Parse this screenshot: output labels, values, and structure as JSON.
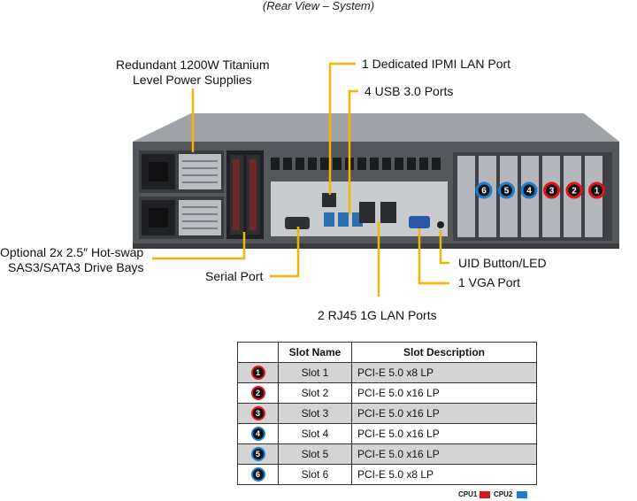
{
  "title": "(Rear View – System)",
  "callouts": {
    "psu_line1": "Redundant  1200W Titanium",
    "psu_line2": "Level Power Supplies",
    "ipmi": "1 Dedicated IPMI  LAN Port",
    "usb": "4 USB 3.0 Ports",
    "drives_line1": "Optional 2x 2.5″ Hot-swap",
    "drives_line2": "SAS3/SATA3 Drive Bays",
    "serial": "Serial Port",
    "rj45": "2 RJ45 1G LAN Ports",
    "uid": "UID Button/LED",
    "vga": "1 VGA Port"
  },
  "chassis_slots": [
    {
      "num": "6",
      "cpu": "CPU2"
    },
    {
      "num": "5",
      "cpu": "CPU2"
    },
    {
      "num": "4",
      "cpu": "CPU2"
    },
    {
      "num": "3",
      "cpu": "CPU1"
    },
    {
      "num": "2",
      "cpu": "CPU1"
    },
    {
      "num": "1",
      "cpu": "CPU1"
    }
  ],
  "table": {
    "headers": [
      "",
      "Slot Name",
      "Slot Description"
    ],
    "rows": [
      {
        "num": "1",
        "cpu": "CPU1",
        "name": "Slot 1",
        "desc": "PCI-E  5.0 x8 LP"
      },
      {
        "num": "2",
        "cpu": "CPU1",
        "name": "Slot 2",
        "desc": "PCI-E  5.0 x16 LP"
      },
      {
        "num": "3",
        "cpu": "CPU1",
        "name": "Slot 3",
        "desc": "PCI-E  5.0 x16 LP"
      },
      {
        "num": "4",
        "cpu": "CPU2",
        "name": "Slot 4",
        "desc": "PCI-E  5.0 x16 LP"
      },
      {
        "num": "5",
        "cpu": "CPU2",
        "name": "Slot 5",
        "desc": "PCI-E  5.0 x16 LP"
      },
      {
        "num": "6",
        "cpu": "CPU2",
        "name": "Slot 6",
        "desc": "PCI-E  5.0 x8 LP"
      }
    ]
  },
  "legend": [
    {
      "label": "CPU1",
      "color": "#e0121b"
    },
    {
      "label": "CPU2",
      "color": "#1a7fd0"
    }
  ],
  "colors": {
    "callout_line": "#f2b600",
    "chassis": "#5a5d62",
    "chassis_dark": "#2b2d30",
    "CPU1": "#e0121b",
    "CPU2": "#1a7fd0"
  }
}
